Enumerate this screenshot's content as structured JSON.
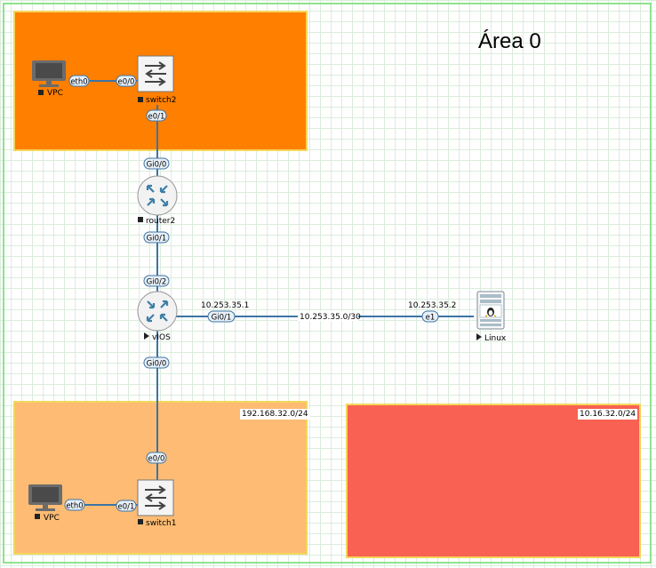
{
  "title": "Área 0",
  "zones": [
    {
      "id": "zone-orange",
      "color": "#ff7f00",
      "label": ""
    },
    {
      "id": "zone-peach",
      "color": "#fdbb73",
      "label": "192.168.32.0/24"
    },
    {
      "id": "zone-red",
      "color": "#f96152",
      "label": "10.16.32.0/24"
    }
  ],
  "nodes": {
    "vpc_top": {
      "label": "VPC",
      "status": "stopped"
    },
    "switch2": {
      "label": "switch2",
      "status": "stopped"
    },
    "router2": {
      "label": "router2",
      "status": "stopped"
    },
    "vios": {
      "label": "vIOS",
      "status": "running"
    },
    "linux": {
      "label": "Linux",
      "status": "running"
    },
    "switch1": {
      "label": "switch1",
      "status": "stopped"
    },
    "vpc_bottom": {
      "label": "VPC",
      "status": "stopped"
    }
  },
  "ports": {
    "vpc_top_eth0": "eth0",
    "switch2_e00": "e0/0",
    "switch2_e01": "e0/1",
    "router2_gi00": "Gi0/0",
    "router2_gi01": "Gi0/1",
    "vios_gi02": "Gi0/2",
    "vios_gi01": "Gi0/1",
    "vios_gi00": "Gi0/0",
    "linux_e1": "e1",
    "switch1_e00": "e0/0",
    "switch1_e01": "e0/1",
    "vpc_bottom_eth0": "eth0"
  },
  "link_labels": {
    "vios_ip": "10.253.35.1",
    "linux_ip": "10.253.35.2",
    "subnet": "10.253.35.0/30"
  },
  "colors": {
    "link": "#3c74a4",
    "port_fill": "#e8f0f8",
    "port_stroke": "#3c74a4",
    "router_icon": "#3d7fa8"
  },
  "icons": {
    "vpc": "monitor-icon",
    "switch": "switch-icon",
    "router": "router-icon",
    "linux": "linux-server-icon",
    "status_stopped": "stop-square-icon",
    "status_running": "play-triangle-icon"
  }
}
